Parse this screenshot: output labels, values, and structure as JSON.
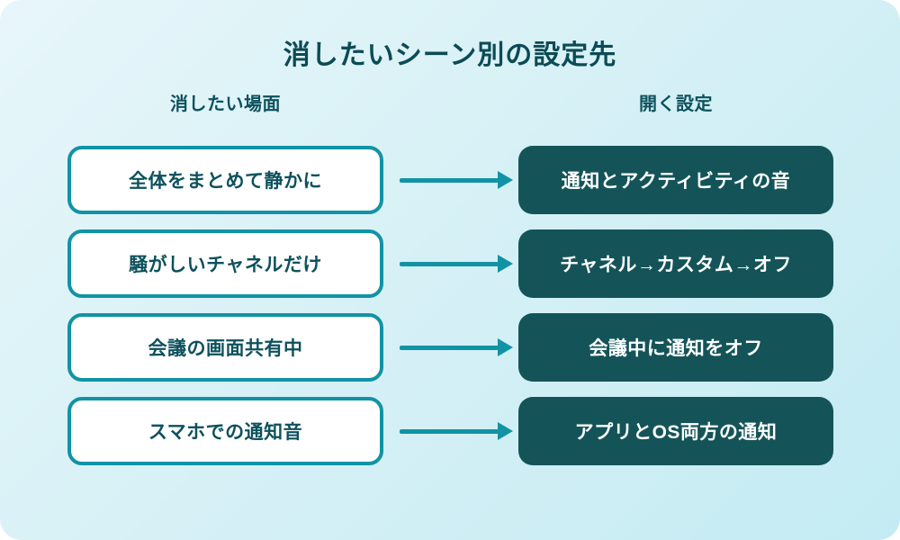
{
  "title": "消したいシーン別の設定先",
  "columns": {
    "left_header": "消したい場面",
    "right_header": "開く設定"
  },
  "rows": [
    {
      "scene": "全体をまとめて静かに",
      "setting": "通知とアクティビティの音"
    },
    {
      "scene": "騒がしいチャネルだけ",
      "setting": "チャネル→カスタム→オフ"
    },
    {
      "scene": "会議の画面共有中",
      "setting": "会議中に通知をオフ"
    },
    {
      "scene": "スマホでの通知音",
      "setting": "アプリとOS両方の通知"
    }
  ],
  "icons": {
    "arrow": "arrow-right"
  },
  "colors": {
    "background_gradient_start": "#e7f6fa",
    "background_gradient_end": "#c4ebf3",
    "accent_teal": "#1193a5",
    "dark_box": "#145458",
    "dark_text": "#0d515c",
    "title_text": "#0c4b55",
    "light_box": "#ffffff",
    "dark_box_text": "#ffffff"
  }
}
